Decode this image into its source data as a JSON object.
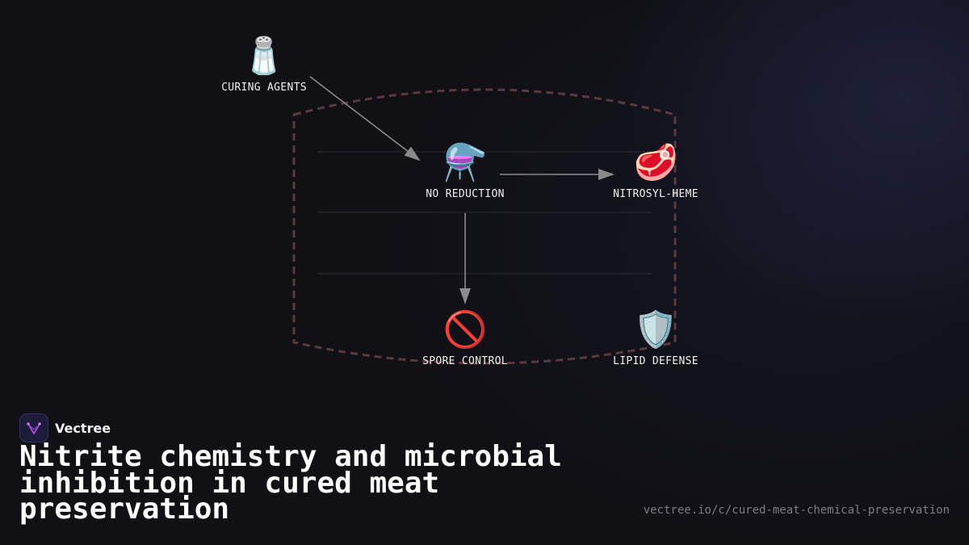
{
  "brand": {
    "name": "Vectree"
  },
  "title": "Nitrite chemistry and microbial inhibition in cured meat preservation",
  "url": "vectree.io/c/cured-meat-chemical-preservation",
  "nodes": {
    "curing_agents": {
      "icon": "🧂",
      "icon_name": "salt-shaker-icon",
      "label": "CURING AGENTS"
    },
    "no_reduction": {
      "icon": "⚗️",
      "icon_name": "alembic-flask-icon",
      "label": "NO REDUCTION"
    },
    "nitrosyl_heme": {
      "icon": "🥩",
      "icon_name": "meat-icon",
      "label": "NITROSYL-HEME"
    },
    "spore_control": {
      "icon": "🚫",
      "icon_name": "prohibited-icon",
      "label": "SPORE CONTROL"
    },
    "lipid_defense": {
      "icon": "🛡️",
      "icon_name": "shield-icon",
      "label": "LIPID DEFENSE"
    }
  },
  "edges": [
    {
      "from": "CURING AGENTS",
      "to": "NO REDUCTION"
    },
    {
      "from": "NO REDUCTION",
      "to": "NITROSYL-HEME"
    },
    {
      "from": "NO REDUCTION",
      "to": "SPORE CONTROL"
    }
  ],
  "colors": {
    "background": "#101015",
    "edge": "#8a8a8e",
    "boundary": "#5a3a3e",
    "accent": "#b04ad8"
  }
}
